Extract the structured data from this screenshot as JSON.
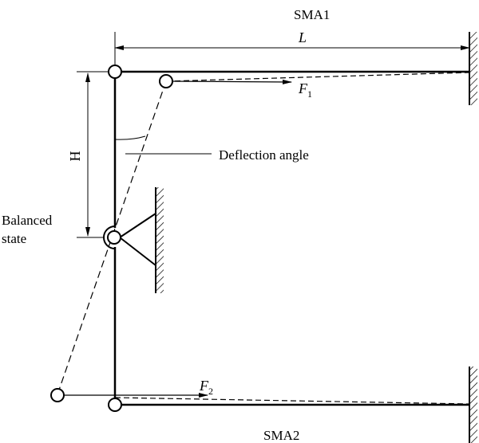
{
  "labels": {
    "sma1": "SMA1",
    "sma2": "SMA2",
    "length": "L",
    "height": "H",
    "force1": "F",
    "force1_sub": "1",
    "force2": "F",
    "force2_sub": "2",
    "deflection": "Deflection angle",
    "balanced_line1": "Balanced",
    "balanced_line2": "state"
  },
  "colors": {
    "ink": "#000000",
    "background": "#ffffff"
  }
}
